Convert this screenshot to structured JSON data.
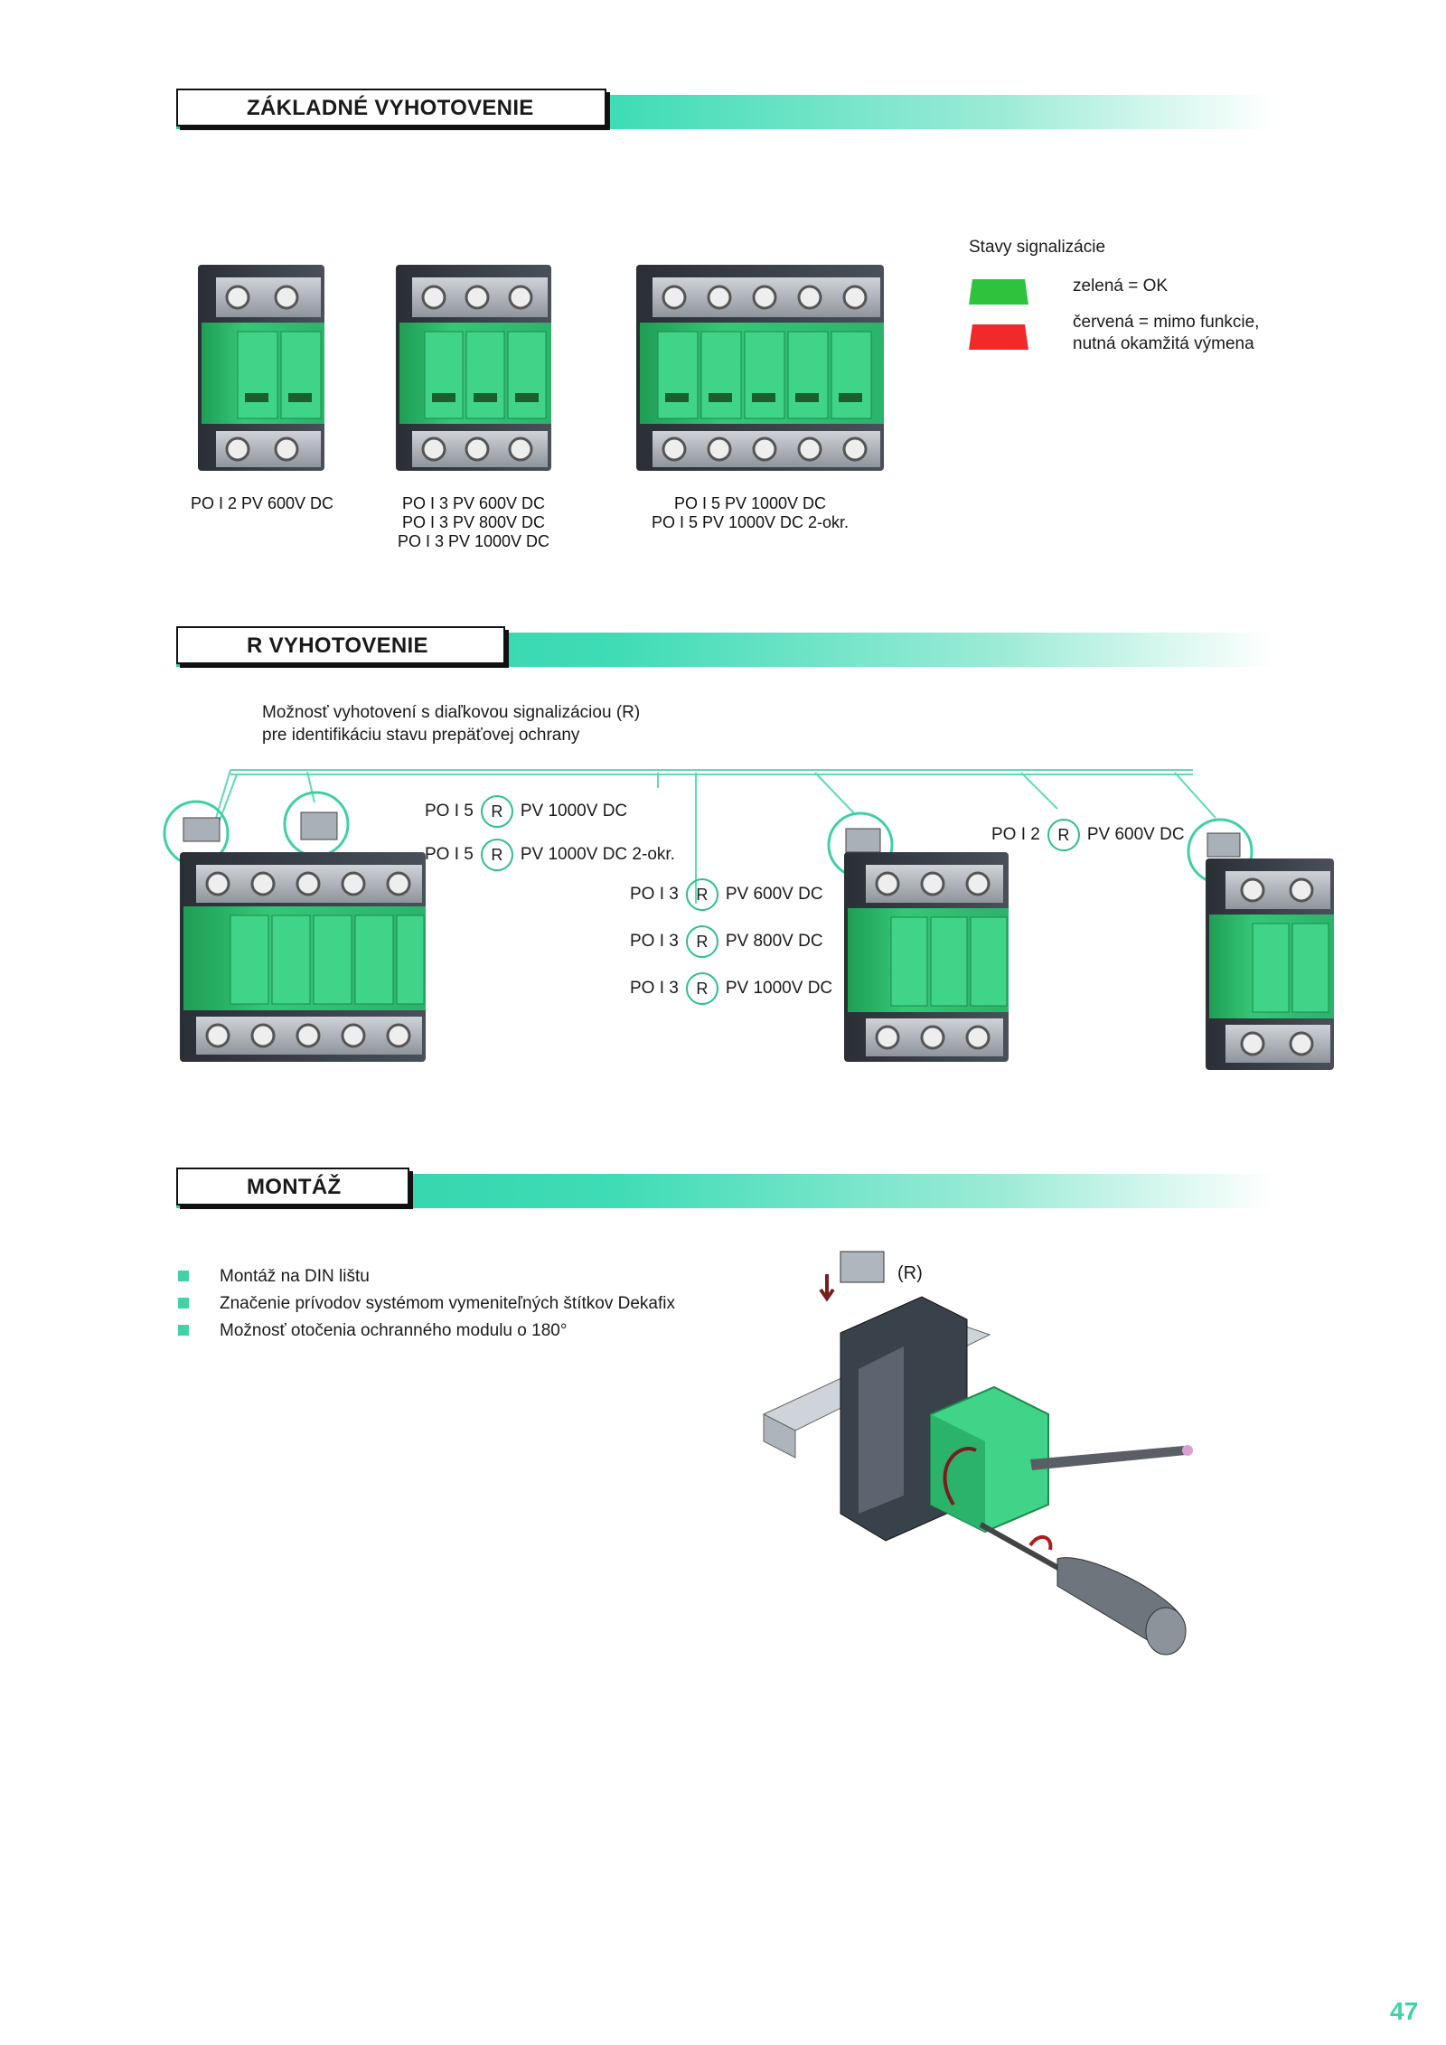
{
  "sections": {
    "basic": "ZÁKLADNÉ VYHOTOVENIE",
    "r": "R VYHOTOVENIE",
    "mounting": "MONTÁŽ"
  },
  "basic": {
    "captions": {
      "c1": "PO I 2 PV 600V DC",
      "c2": [
        "PO I 3 PV 600V DC",
        "PO I 3 PV 800V DC",
        "PO I 3 PV 1000V DC"
      ],
      "c3": [
        "PO I 5 PV 1000V DC",
        "PO I 5 PV 1000V DC 2-okr."
      ]
    },
    "legend": {
      "title": "Stavy signalizácie",
      "green": "zelená = OK",
      "red_line1": "červená = mimo funkcie,",
      "red_line2": "nutná okamžitá výmena",
      "colors": {
        "green": "#2fc33d",
        "red": "#f02a2a"
      }
    }
  },
  "r_section": {
    "intro_line1": "Možnosť vyhotovení s diaľkovou signalizáciou (R)",
    "intro_line2": "pre identifikáciu stavu prepäťovej ochrany",
    "r_mark": "R",
    "variants": [
      {
        "prefix": "PO I  5",
        "suffix": "PV 1000V DC"
      },
      {
        "prefix": "PO I  5",
        "suffix": "PV 1000V DC 2-okr."
      },
      {
        "prefix": "PO I 3",
        "suffix": "PV 600V DC"
      },
      {
        "prefix": "PO I 3",
        "suffix": "PV 800V DC"
      },
      {
        "prefix": "PO I 3",
        "suffix": "PV 1000V DC"
      },
      {
        "prefix": "PO I  2",
        "suffix": "PV 600V DC"
      }
    ]
  },
  "mounting": {
    "bullets": [
      "Montáž na DIN lištu",
      "Značenie prívodov systémom vymeniteľných štítkov Dekafix",
      "Možnosť otočenia ochranného modulu o 180°"
    ],
    "r_label": "(R)"
  },
  "page_number": "47"
}
